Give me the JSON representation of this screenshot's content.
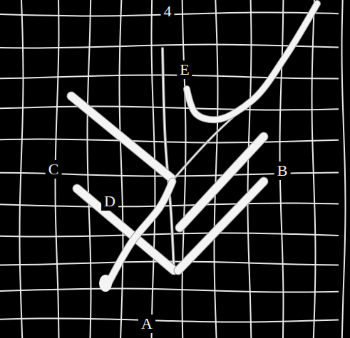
{
  "diagram": {
    "labels": [
      "4",
      "E",
      "C",
      "B",
      "D",
      "A"
    ]
  }
}
